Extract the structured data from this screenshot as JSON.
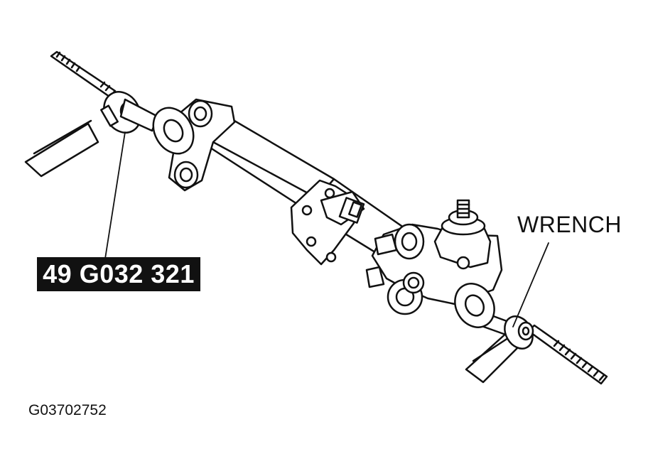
{
  "labels": {
    "tool_number": "49 G032 321",
    "wrench": "WRENCH",
    "figure_id": "G03702752"
  },
  "colors": {
    "line": "#111111",
    "fill": "#ffffff",
    "label_box": "#111111",
    "label_text": "#ffffff"
  }
}
